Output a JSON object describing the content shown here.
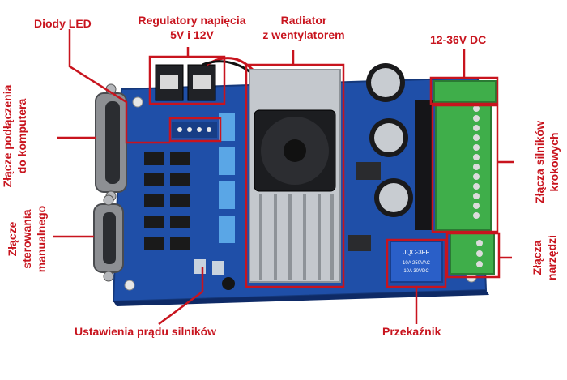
{
  "annotations": {
    "diody_led": "Diody LED",
    "regulatory": [
      "Regulatory napięcia",
      "5V i 12V"
    ],
    "radiator": [
      "Radiator",
      "z wentylatorem"
    ],
    "zasilanie": "12-36V DC",
    "zlacze_komputera": [
      "Złącze podłączenia",
      "do komputera"
    ],
    "zlacze_sterowania": [
      "Złącze",
      "sterowania",
      "manualnego"
    ],
    "zlacza_silnikow": [
      "Złącza silników",
      "krokowych"
    ],
    "zlacza_narzedzi": [
      "Złącza",
      "narzędzi"
    ],
    "ustawienia_pradu": "Ustawienia prądu silników",
    "przekaznik": "Przekaźnik"
  },
  "relay_text": [
    "JQC-3FF",
    "10A 250VAC",
    "10A 30VDC"
  ],
  "colors": {
    "annotation_red": "#c8141e",
    "pcb_blue": "#1f4fa8",
    "terminal_green": "#3fae4a",
    "relay_blue": "#2a5fc8"
  }
}
